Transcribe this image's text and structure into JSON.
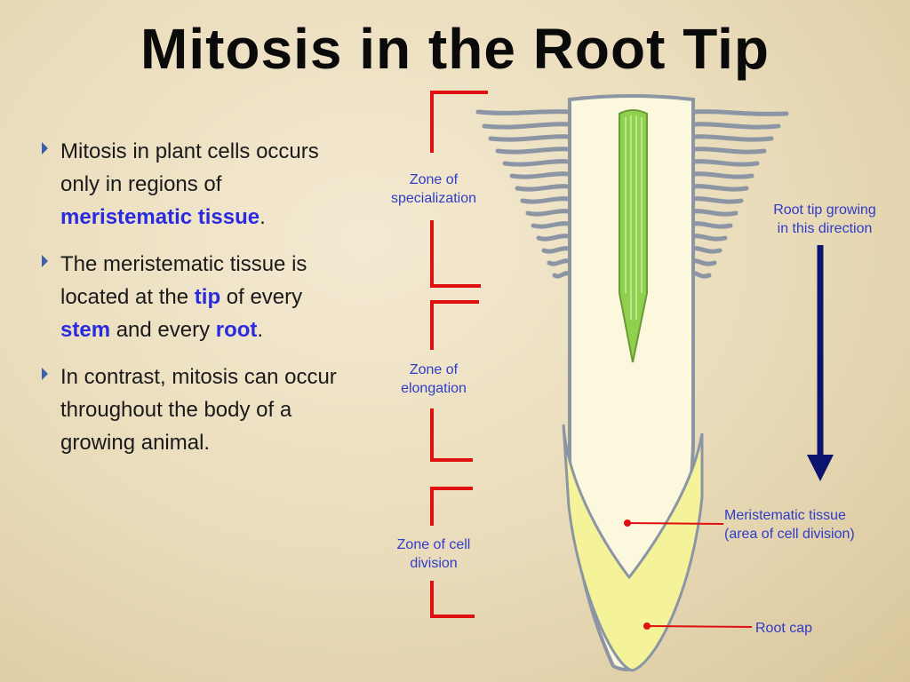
{
  "slide": {
    "title": "Mitosis in the Root Tip",
    "bullets": [
      {
        "before": "Mitosis in plant cells occurs only in regions of ",
        "highlight": "meristematic tissue",
        "after": "."
      },
      {
        "p1": "The meristematic tissue is located at the ",
        "h1": "tip",
        "p2": " of every ",
        "h2": "stem",
        "p3": " and every ",
        "h3": "root",
        "p4": "."
      },
      {
        "text": "In contrast, mitosis can occur throughout the body of a growing animal."
      }
    ]
  },
  "diagram": {
    "zones": [
      {
        "line1": "Zone of",
        "line2": "specialization"
      },
      {
        "line1": "Zone of",
        "line2": "elongation"
      },
      {
        "line1": "Zone of cell",
        "line2": "division"
      }
    ],
    "direction_note": {
      "line1": "Root tip growing",
      "line2": "in this direction"
    },
    "meristem_label": {
      "line1": "Meristematic tissue",
      "line2": "(area of cell division)"
    },
    "root_cap_label": "Root cap"
  },
  "colors": {
    "label_blue": "#2e3cc8",
    "highlight_blue": "#2a2ae0",
    "bracket_red": "#e01010",
    "arrow_navy": "#0c1470",
    "root_cream": "#fbf8de",
    "vascular_green": "#8fd14f",
    "cap_yellow": "#f5f39a"
  }
}
